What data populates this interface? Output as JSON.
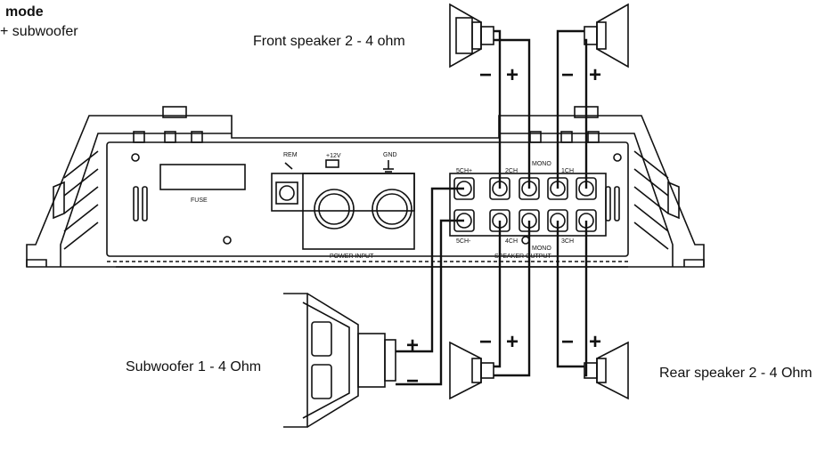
{
  "header": {
    "mode_title": "mode",
    "mode_subtitle": "+ subwoofer"
  },
  "captions": {
    "front_speaker": "Front speaker 2 - 4 ohm",
    "subwoofer": "Subwoofer 1 - 4 Ohm",
    "rear_speaker": "Rear speaker 2 - 4 Ohm"
  },
  "amplifier": {
    "fuse_label": "FUSE",
    "rem_label": "REM",
    "v12_label": "+12V",
    "gnd_label": "GND",
    "power_input_label": "POWER INPUT",
    "speaker_output_label": "SPEAKER OUTPUT",
    "ch5_plus": "5CH+",
    "ch5_minus": "5CH-",
    "ch2": "2CH",
    "ch1": "1CH",
    "ch4": "4CH",
    "ch3": "3CH",
    "mono_top": "MONO",
    "mono_bottom": "MONO"
  },
  "polarity": {
    "plus": "+",
    "minus": "−"
  },
  "colors": {
    "line": "#111111",
    "background": "#ffffff"
  }
}
